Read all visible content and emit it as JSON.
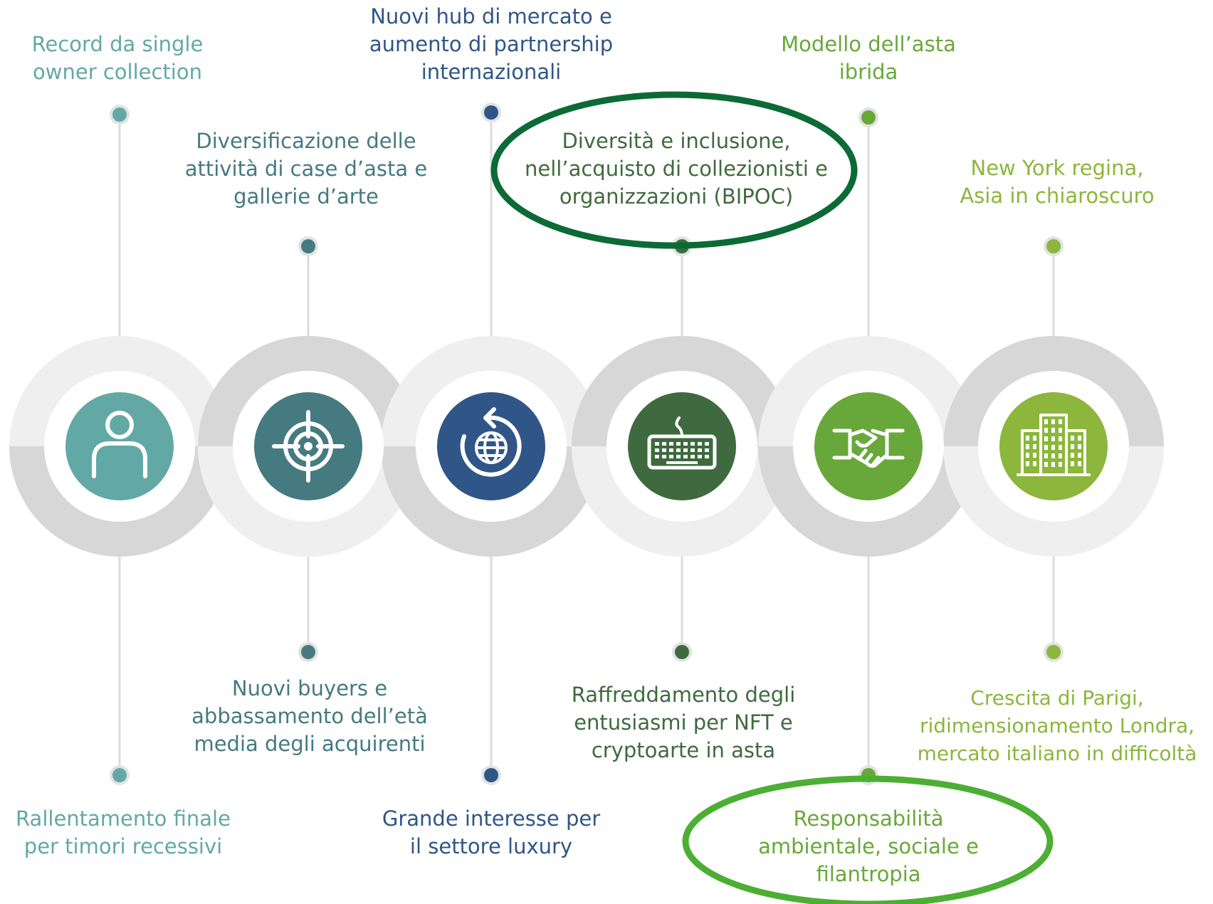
{
  "colors": {
    "teal_light": "#62a9a6",
    "teal_dark": "#457a80",
    "navy": "#2f5687",
    "dark_green": "#3f6a3f",
    "green": "#68a83a",
    "lime": "#8cb63c",
    "ring_gray": "#d7d7d7",
    "ring_light": "#efefef",
    "highlight_dark_green": "#0c6a34",
    "highlight_green": "#4caf34"
  },
  "nodes": [
    {
      "icon": "person-icon",
      "color": "#62a9a6",
      "top_label": [
        "Record da single",
        "owner collection"
      ],
      "bottom_label": [
        "Rallentamento finale",
        "per timori recessivi"
      ]
    },
    {
      "icon": "target-icon",
      "color": "#457a80",
      "top_label": [
        "Diversificazione delle",
        "attività di case d’asta e",
        "gallerie d’arte"
      ],
      "bottom_label": [
        "Nuovi buyers e",
        "abbassamento dell’età",
        "media degli acquirenti"
      ]
    },
    {
      "icon": "globe-refresh-icon",
      "color": "#2f5687",
      "top_label": [
        "Nuovi hub  di mercato e",
        "aumento di partnership",
        "internazionali"
      ],
      "bottom_label": [
        "Grande interesse per",
        "il settore luxury"
      ]
    },
    {
      "icon": "keyboard-icon",
      "color": "#3f6a3f",
      "top_label": [
        "Diversità e inclusione,",
        "nell’acquisto di collezionisti e",
        "organizzazioni (BIPOC)"
      ],
      "bottom_label": [
        "Raffreddamento degli",
        "entusiasmi per NFT e",
        "cryptoarte in asta"
      ]
    },
    {
      "icon": "handshake-icon",
      "color": "#68a83a",
      "top_label": [
        "Modello dell’asta",
        "ibrida"
      ],
      "bottom_label": [
        "Responsabilità",
        "ambientale, sociale e",
        "filantropia"
      ]
    },
    {
      "icon": "buildings-icon",
      "color": "#8cb63c",
      "top_label": [
        "New York regina,",
        "Asia in chiaroscuro"
      ],
      "bottom_label": [
        "Crescita di Parigi,",
        "ridimensionamento Londra,",
        "mercato italiano in difficoltà"
      ]
    }
  ],
  "highlights": [
    {
      "target": "node-4-top-label",
      "color": "#0c6a34"
    },
    {
      "target": "node-5-bottom-label",
      "color": "#4caf34"
    }
  ]
}
